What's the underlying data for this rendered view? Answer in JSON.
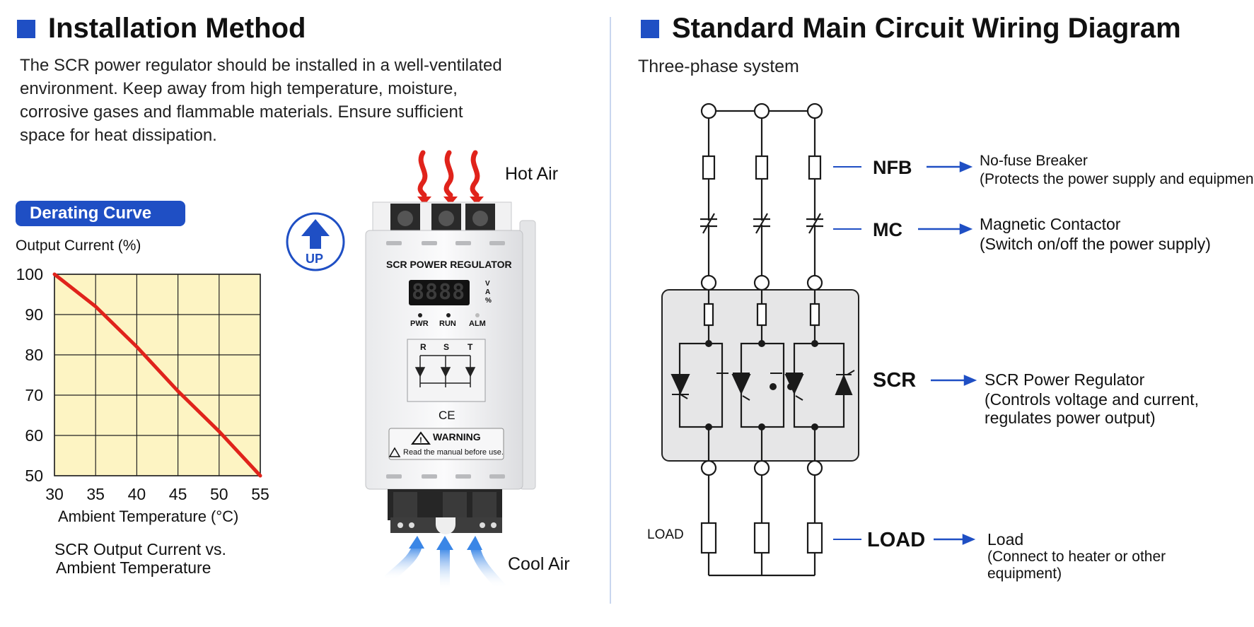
{
  "left": {
    "title": "Installation Method",
    "intro": "The SCR power regulator should be installed in a well-ventilated\nenvironment. Keep away from high temperature, moisture,\ncorrosive gases and flammable materials. Ensure sufficient\nspace for heat dissipation.",
    "derating_badge": "Derating Curve",
    "caption_line1": "SCR Output Current vs.",
    "caption_line2": "Ambient Temperature"
  },
  "chart_data": {
    "type": "line",
    "ylabel": "Output Current (%)",
    "xlabel": "Ambient Temperature (°C)",
    "xlim": [
      30,
      55
    ],
    "ylim": [
      50,
      100
    ],
    "x_ticks": [
      30,
      35,
      40,
      45,
      50,
      55
    ],
    "y_ticks": [
      100,
      90,
      80,
      70,
      60,
      50
    ],
    "grid": true,
    "series": [
      {
        "x": [
          30,
          35,
          40,
          45,
          50,
          55
        ],
        "y": [
          100,
          92,
          82,
          71,
          61,
          50
        ],
        "color": "#e0231b"
      }
    ],
    "background": "#fdf4c3"
  },
  "device": {
    "hot_air": "Hot Air",
    "cool_air": "Cool Air",
    "up": "UP",
    "name": "SCR POWER REGULATOR",
    "display": "8888",
    "units": [
      "V",
      "A",
      "%"
    ],
    "indicators": [
      "PWR",
      "RUN",
      "ALM"
    ],
    "phases": [
      "R",
      "S",
      "T"
    ],
    "ce": "CE",
    "warning_title": "WARNING",
    "warning_text": "Read the manual before use."
  },
  "right": {
    "title": "Standard Main Circuit Wiring Diagram",
    "subtitle": "Three-phase system",
    "load_label": "LOAD",
    "components": [
      {
        "tag": "NFB",
        "line1": "No-fuse Breaker",
        "line2": "(Protects the power supply and equipment)"
      },
      {
        "tag": "MC",
        "line1": "Magnetic Contactor",
        "line2": "(Switch on/off the power supply)"
      },
      {
        "tag": "SCR",
        "line1": "SCR Power Regulator",
        "line2": "(Controls voltage and current,",
        "line3": "regulates power output)"
      },
      {
        "tag": "LOAD",
        "line1": "Load",
        "line2": "(Connect to heater or other",
        "line3": "equipment)"
      }
    ]
  },
  "colors": {
    "accent": "#1f4fc4",
    "arrow": "#1f4fc4",
    "curve": "#e0231b",
    "hot": "#e0231b"
  }
}
